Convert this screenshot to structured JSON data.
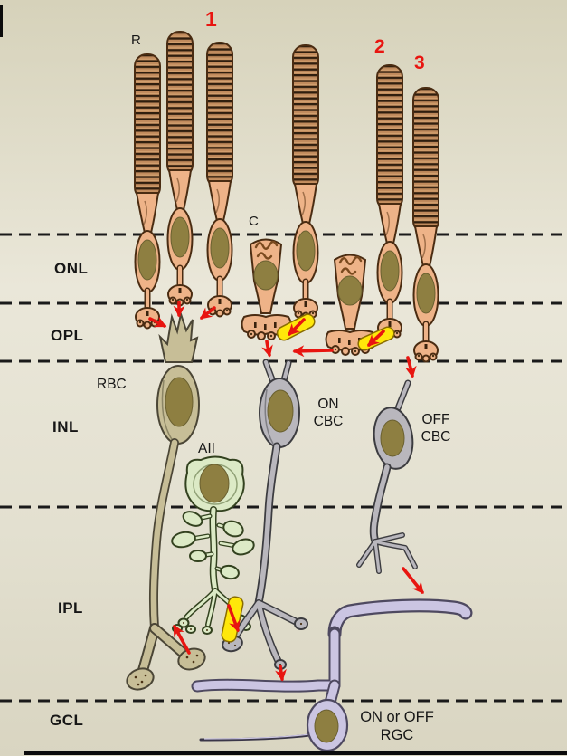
{
  "labels": {
    "rod": "R",
    "cone": "C",
    "path1": "1",
    "path2": "2",
    "path3": "3",
    "onl": "ONL",
    "opl": "OPL",
    "inl": "INL",
    "ipl": "IPL",
    "gcl": "GCL",
    "rbc": "RBC",
    "aii": "AII",
    "on_cbc_line1": "ON",
    "on_cbc_line2": "CBC",
    "off_cbc_line1": "OFF",
    "off_cbc_line2": "CBC",
    "rgc_line1": "ON or OFF",
    "rgc_line2": "RGC"
  },
  "colors": {
    "background_top": "#d6d2ba",
    "background_mid": "#eae7d9",
    "background_lower": "#e3e0d0",
    "background_bottom": "#d9d5c1",
    "dashed_line": "#1a1a1a",
    "outline_brown": "#4a2c12",
    "rod_outer_segment": "#c08a5c",
    "rod_stripe_dark": "#2f1e0e",
    "photoreceptor_body": "#eeb388",
    "nucleus_olive": "#8e7f41",
    "rbc_fill": "#c7be97",
    "aii_fill": "#dceac6",
    "cbc_fill": "#b9b7bd",
    "rgc_fill": "#cbc5e2",
    "synapse_yellow": "#ffe70a",
    "arrow_red": "#e81510"
  },
  "connections": [
    {
      "id": "rod-to-rbc-left",
      "from": "rod spherule",
      "to": "RBC dendrite"
    },
    {
      "id": "rod-to-rbc-middle",
      "from": "rod spherule",
      "to": "RBC dendrite"
    },
    {
      "id": "rod-to-rbc-right",
      "from": "rod spherule",
      "to": "RBC dendrite"
    },
    {
      "id": "cone-to-on-cbc",
      "from": "cone pedicle",
      "to": "ON CBC dendrite"
    },
    {
      "id": "cone2-to-on-cbc",
      "from": "cone pedicle",
      "to": "ON CBC dendrite"
    },
    {
      "id": "rod3-to-off-cbc",
      "from": "rod spherule",
      "to": "OFF CBC dendrite"
    },
    {
      "id": "rod-cone-gap-junction-1",
      "from": "cone pedicle",
      "to": "rod spherule"
    },
    {
      "id": "rod-cone-gap-junction-2",
      "from": "cone pedicle",
      "to": "rod spherule"
    },
    {
      "id": "rbc-to-aii",
      "from": "RBC terminal",
      "to": "AII amacrine"
    },
    {
      "id": "aii-to-on-cbc-gap-junction",
      "from": "AII amacrine",
      "to": "ON CBC axon"
    },
    {
      "id": "on-cbc-to-rgc",
      "from": "ON CBC terminal",
      "to": "RGC dendrite"
    },
    {
      "id": "off-cbc-to-rgc",
      "from": "OFF CBC terminal",
      "to": "RGC dendrite"
    }
  ]
}
